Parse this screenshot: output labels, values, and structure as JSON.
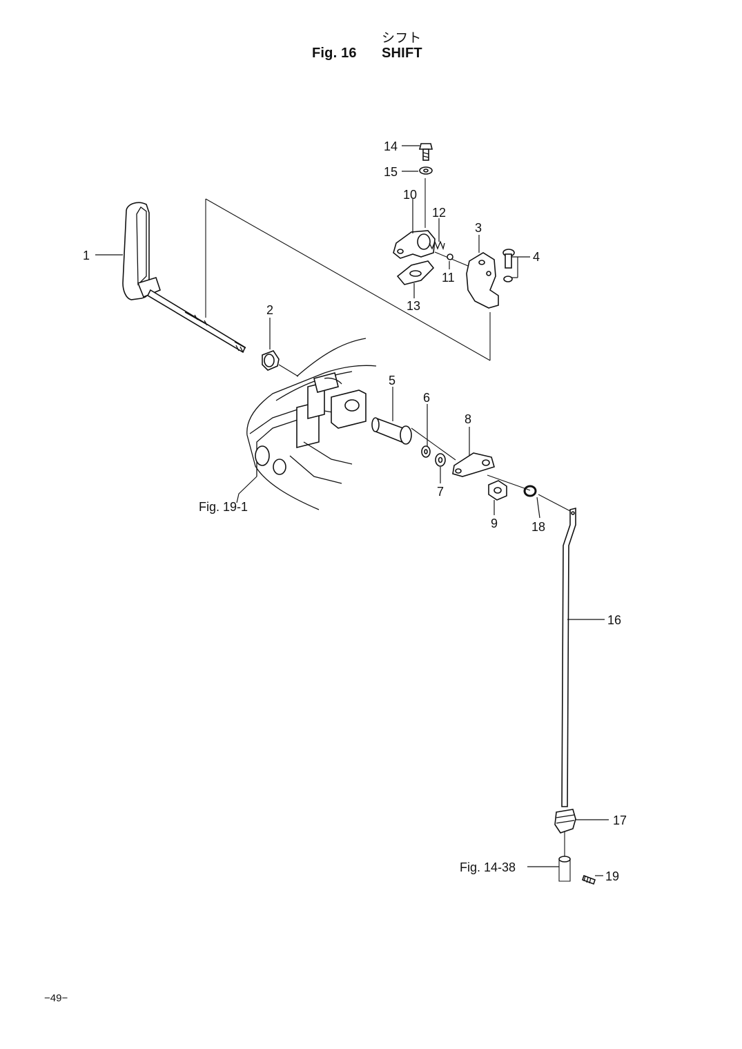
{
  "header": {
    "japanese_title": "シフト",
    "figure_number": "Fig. 16",
    "figure_title": "SHIFT"
  },
  "page_number": "−49−",
  "references": {
    "ref_fig_19_1": "Fig. 19-1",
    "ref_fig_14_38": "Fig. 14-38"
  },
  "callouts": [
    "1",
    "2",
    "3",
    "4",
    "5",
    "6",
    "7",
    "8",
    "9",
    "10",
    "11",
    "12",
    "13",
    "14",
    "15",
    "16",
    "17",
    "18",
    "19"
  ]
}
